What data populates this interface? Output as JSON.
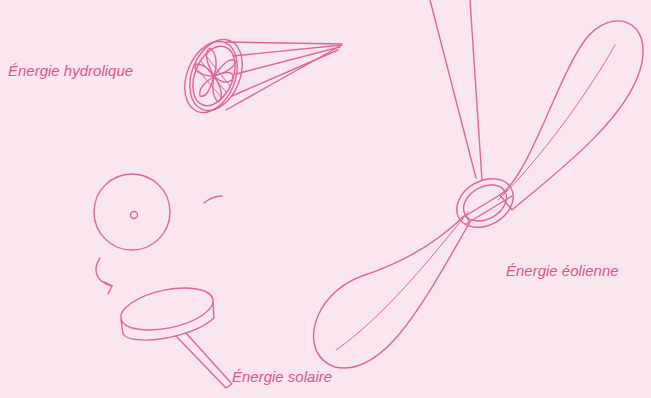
{
  "diagram": {
    "labels": [
      "Énergie hydrolique",
      "Énergie éolienne",
      "Énergie solaire"
    ]
  }
}
